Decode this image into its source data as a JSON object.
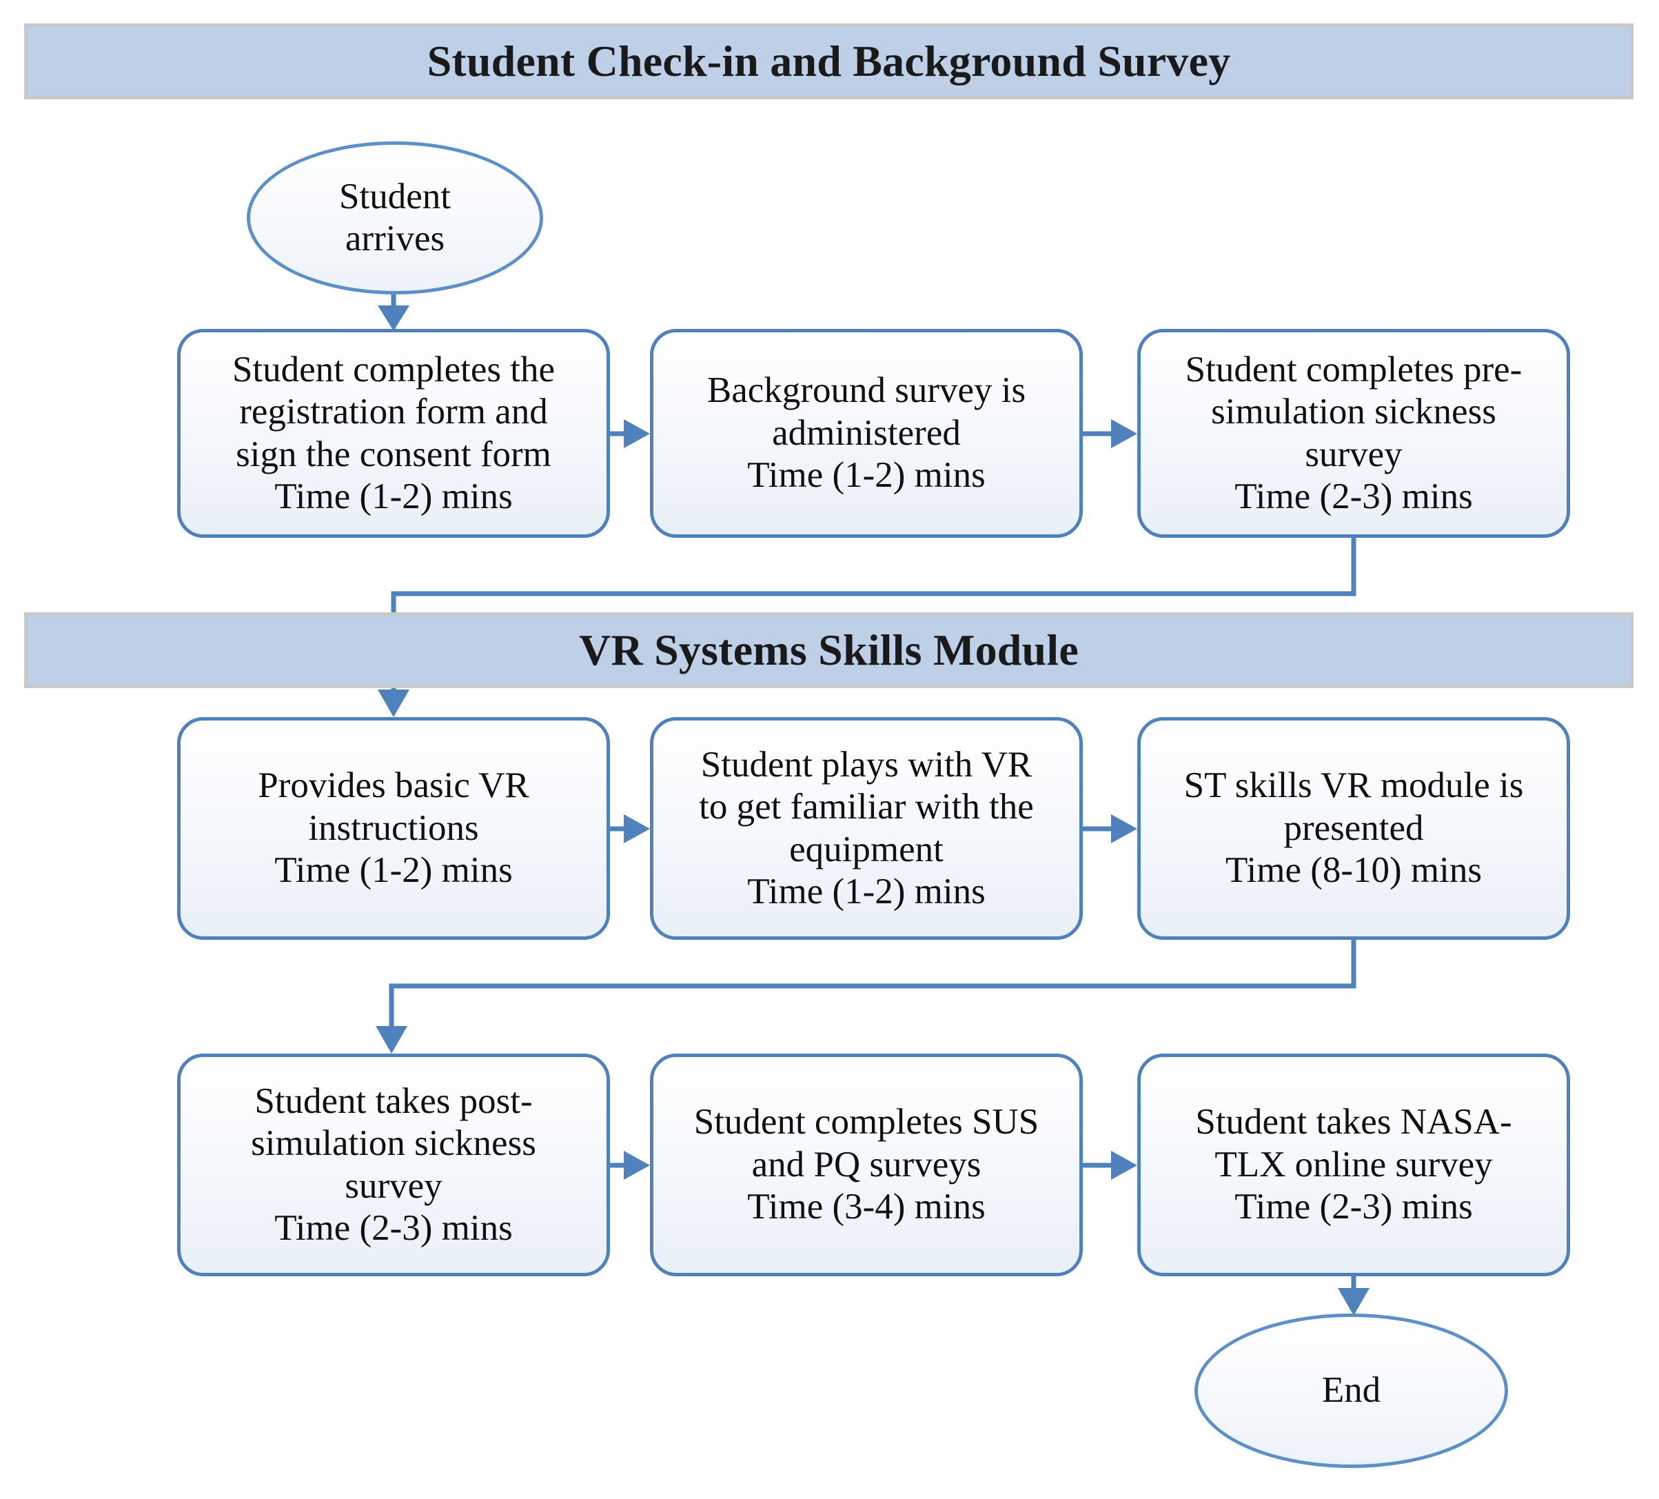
{
  "diagram": {
    "title_sections": [
      {
        "id": "section-student-checkin",
        "label": "Student Check-in and Background Survey"
      },
      {
        "id": "section-vr-module",
        "label": "VR Systems Skills Module"
      }
    ],
    "terminators": [
      {
        "id": "start",
        "label": "Student\narrives"
      },
      {
        "id": "end",
        "label": "End"
      }
    ],
    "steps": [
      {
        "id": "step-registration",
        "label": "Student completes the\nregistration form and\nsign the consent form\nTime (1-2) mins"
      },
      {
        "id": "step-background-survey",
        "label": "Background survey is\nadministered\nTime (1-2) mins"
      },
      {
        "id": "step-pre-sim-sickness",
        "label": "Student completes pre-\nsimulation sickness\nsurvey\nTime (2-3) mins"
      },
      {
        "id": "step-vr-instructions",
        "label": "Provides basic VR\ninstructions\nTime (1-2) mins"
      },
      {
        "id": "step-vr-familiarization",
        "label": "Student plays with VR\nto get familiar with the\nequipment\nTime (1-2) mins"
      },
      {
        "id": "step-st-skills-module",
        "label": "ST skills VR module is\npresented\nTime (8-10) mins"
      },
      {
        "id": "step-post-sim-sickness",
        "label": "Student takes post-\nsimulation sickness\nsurvey\nTime (2-3) mins"
      },
      {
        "id": "step-sus-pq",
        "label": "Student completes SUS\nand PQ surveys\nTime (3-4) mins"
      },
      {
        "id": "step-nasa-tlx",
        "label": "Student takes NASA-\nTLX online survey\nTime (2-3) mins"
      }
    ],
    "colors": {
      "banner_fill": "#bdd0e7",
      "banner_border": "#c9c9c9",
      "node_border": "#4f81bd",
      "connector": "#4f81bd",
      "text": "#101010",
      "page_background": "#ffffff"
    }
  }
}
